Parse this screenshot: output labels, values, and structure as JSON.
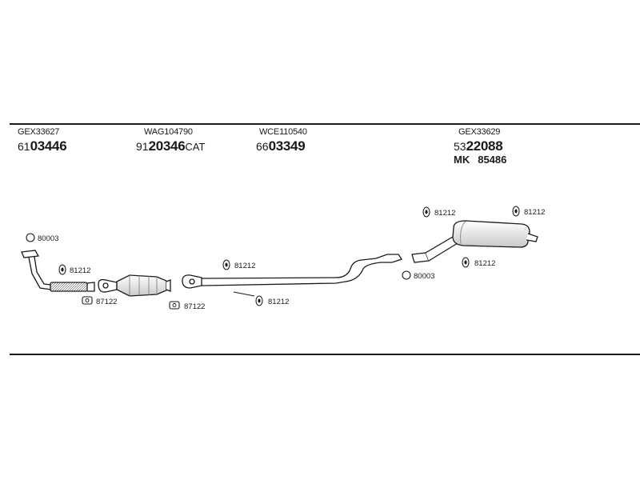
{
  "headers": [
    {
      "ref": "GEX33627",
      "part_lead": "61",
      "part_main": "03446",
      "part_tail": ""
    },
    {
      "ref": "WAG104790",
      "part_lead": "91",
      "part_main": "20346",
      "part_tail": "CAT"
    },
    {
      "ref": "WCE110540",
      "part_lead": "66",
      "part_main": "03349",
      "part_tail": ""
    },
    {
      "ref": "GEX33629",
      "part_lead": "53",
      "part_main": "22088",
      "part_tail": "",
      "mk_label": "MK",
      "mk_value": "85486"
    }
  ],
  "callouts": {
    "c1": "80003",
    "c2": "81212",
    "c3": "87122",
    "c4": "87122",
    "c5": "81212",
    "c6": "81212",
    "c7": "81212",
    "c8": "81212",
    "c9": "81212",
    "c10": "80003"
  }
}
